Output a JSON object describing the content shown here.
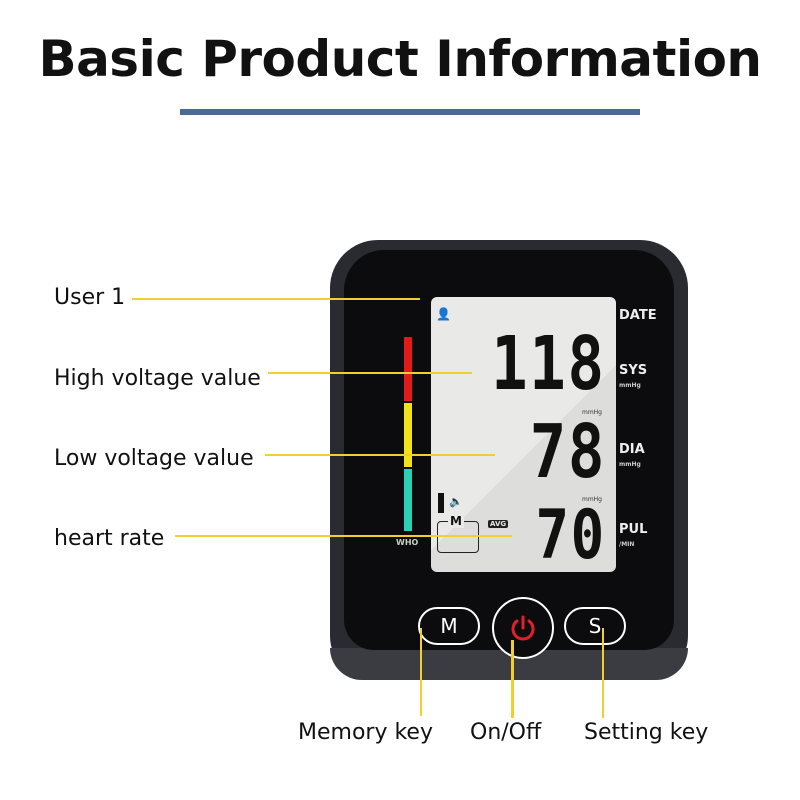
{
  "header": {
    "title": "Basic Product Information",
    "rule_color": "#4a6a93"
  },
  "callouts_left": [
    {
      "label": "User 1"
    },
    {
      "label": "High voltage value"
    },
    {
      "label": "Low voltage value"
    },
    {
      "label": "heart rate"
    }
  ],
  "callouts_bottom": [
    {
      "label": "Memory key"
    },
    {
      "label": "On/Off"
    },
    {
      "label": "Setting key"
    }
  ],
  "device": {
    "who_label": "WHO",
    "lcd": {
      "user_icon": "user-1-icon",
      "systolic": "118",
      "diastolic": "78",
      "pulse": "70",
      "unit_small": "mmHg",
      "memory_label": "M",
      "avg_label": "AVG",
      "speaker_icon": "speaker-icon"
    },
    "side_labels": {
      "date": "DATE",
      "sys": "SYS",
      "sys_unit": "mmHg",
      "dia": "DIA",
      "dia_unit": "mmHg",
      "pul": "PUL",
      "pul_unit": "/MIN"
    },
    "buttons": {
      "memory": "M",
      "setting": "S",
      "power_icon": "power-icon"
    },
    "colors": {
      "indicator_red": "#e21a1a",
      "indicator_yellow": "#f2e21a",
      "indicator_teal": "#2ad0b4",
      "power_red": "#e0202a",
      "leader_yellow": "#f0cf2e"
    }
  }
}
